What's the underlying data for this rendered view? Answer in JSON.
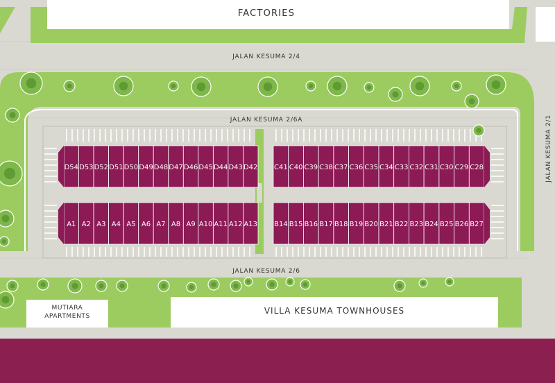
{
  "labels": {
    "factories": "FACTORIES",
    "road_top": "JALAN KESUMA 2/4",
    "road_inner": "JALAN KESUMA 2/6A",
    "road_bottom": "JALAN KESUMA 2/6",
    "road_right": "JALAN KESUMA 2/1",
    "mutiara_line1": "MUTIARA",
    "mutiara_line2": "APARTMENTS",
    "villa": "VILLA KESUMA TOWNHOUSES"
  },
  "colors": {
    "unit": "#8b1a55",
    "grass": "#9ccc5f",
    "road": "#d9d9d2",
    "band": "#8b1f4f"
  },
  "units": {
    "block_d": [
      "D54",
      "D53",
      "D52",
      "D51",
      "D50",
      "D49",
      "D48",
      "D47",
      "D46",
      "D45",
      "D44",
      "D43",
      "D42"
    ],
    "block_c": [
      "C41",
      "C40",
      "C39",
      "C38",
      "C37",
      "C36",
      "C35",
      "C34",
      "C33",
      "C32",
      "C31",
      "C30",
      "C29",
      "C28"
    ],
    "block_a": [
      "A1",
      "A2",
      "A3",
      "A4",
      "A5",
      "A6",
      "A7",
      "A8",
      "A9",
      "A10",
      "A11",
      "A12",
      "A13"
    ],
    "block_b": [
      "B14",
      "B15",
      "B16",
      "B17",
      "B18",
      "B19",
      "B20",
      "B21",
      "B22",
      "B23",
      "B24",
      "B25",
      "B26",
      "B27"
    ]
  }
}
